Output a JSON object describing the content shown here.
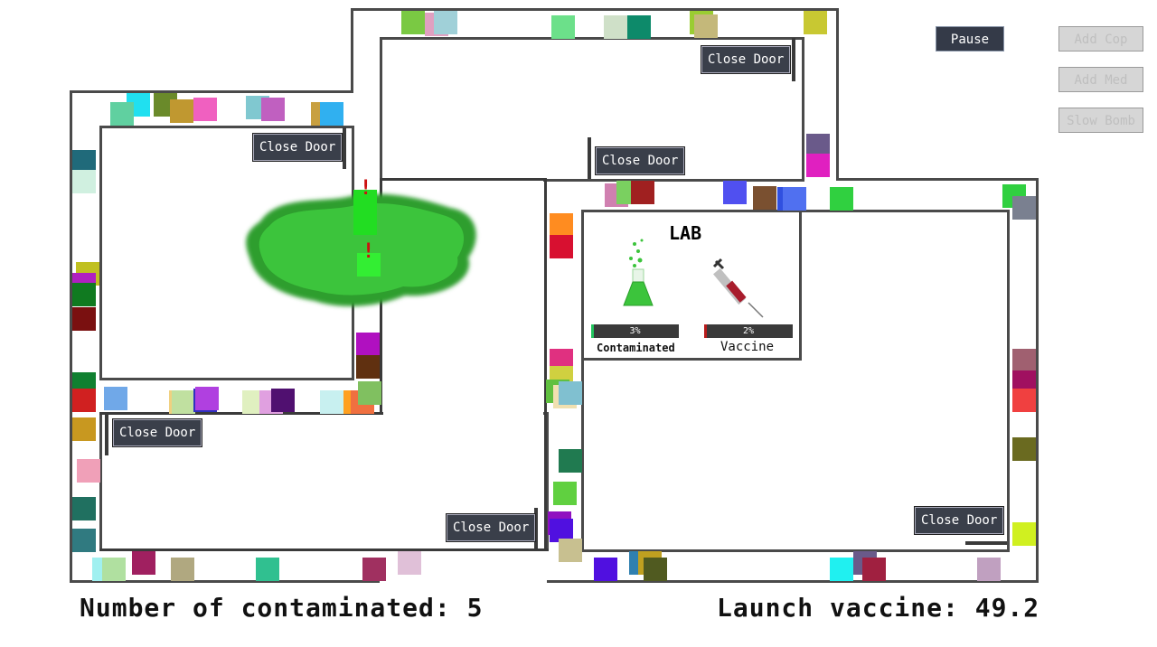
{
  "buttons": {
    "pause": "Pause",
    "add_cop": "Add Cop",
    "add_med": "Add Med",
    "slow_bomb": "Slow Bomb"
  },
  "doors": {
    "label": "Close Door"
  },
  "lab": {
    "title": "LAB",
    "contaminated_label": "Contaminated",
    "contaminated_value": "3%",
    "contaminated_percent": 3,
    "vaccine_label": "Vaccine",
    "vaccine_value": "2%",
    "vaccine_percent": 2
  },
  "status": {
    "contaminated_text": "Number of contaminated: 5",
    "vaccine_text": "Launch vaccine: 49.2"
  },
  "colors": {
    "wall": "#4a4a4a",
    "contaminated_bar": "#22c55e",
    "vaccine_bar": "#b91c1c",
    "goo": "#3cc43c"
  }
}
